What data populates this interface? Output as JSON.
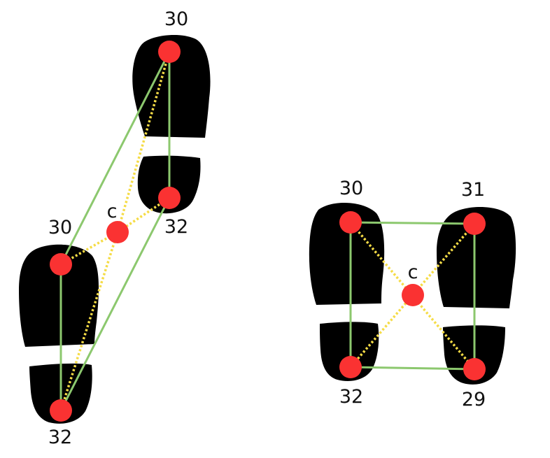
{
  "colors": {
    "footprint": "#000000",
    "point": "#fa3232",
    "outline": "#8cc86e",
    "diagonal": "#f5dc46",
    "background": "#ffffff"
  },
  "diagrams": [
    {
      "labels": {
        "top_right": "30",
        "bottom_right": "32",
        "top_left": "30",
        "bottom_left": "32",
        "center": "c"
      }
    },
    {
      "labels": {
        "top_left": "30",
        "top_right": "31",
        "bottom_left": "32",
        "bottom_right": "29",
        "center": "c"
      }
    }
  ]
}
